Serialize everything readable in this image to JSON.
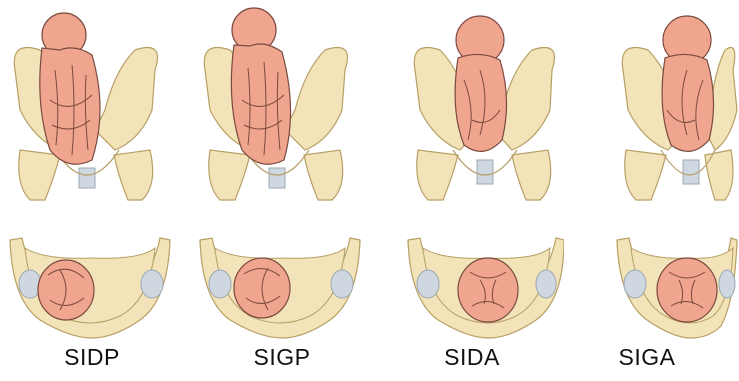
{
  "panels": [
    {
      "label": "SIDP",
      "view": "posterior"
    },
    {
      "label": "SIGP",
      "view": "posterior"
    },
    {
      "label": "SIDA",
      "view": "anterior"
    },
    {
      "label": "SIGA",
      "view": "anterior"
    }
  ],
  "colors": {
    "bone": "#f3e3b9",
    "bone_outline": "#b79f66",
    "fetus_skin": "#f0a58e",
    "fetus_outline": "#7a4a3e",
    "cartilage": "#cfd8e0"
  }
}
